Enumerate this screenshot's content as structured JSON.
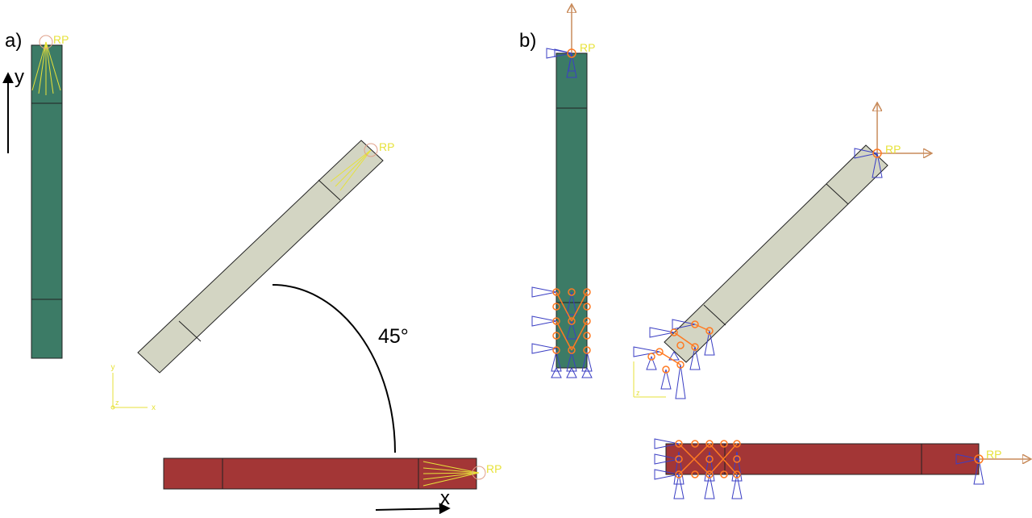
{
  "panels": {
    "a": {
      "label": "a)"
    },
    "b": {
      "label": "b)"
    }
  },
  "axes": {
    "y": "y",
    "x": "x",
    "triad": {
      "y": "y",
      "x": "x",
      "z": "z"
    }
  },
  "angle_label": "45°",
  "rp_label": "RP",
  "colors": {
    "green": "#3c7b66",
    "beige": "#d3d5c3",
    "red": "#a33636",
    "yellow": "#e7e23a",
    "orange": "#ff7a22",
    "blue": "#3b3fc4",
    "tan_arrow": "#c88a5a"
  }
}
